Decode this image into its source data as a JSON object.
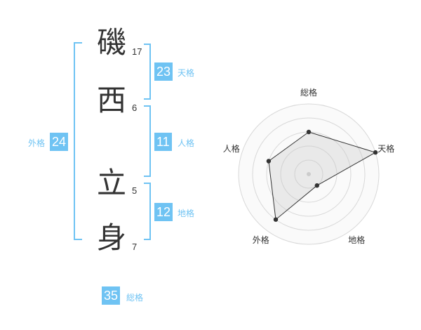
{
  "name": {
    "chars": [
      {
        "kanji": "磯",
        "strokes": "17"
      },
      {
        "kanji": "西",
        "strokes": "6"
      },
      {
        "kanji": "立",
        "strokes": "5"
      },
      {
        "kanji": "身",
        "strokes": "7"
      }
    ]
  },
  "fortune": {
    "tenkaku": {
      "value": "23",
      "label": "天格"
    },
    "jinkaku": {
      "value": "11",
      "label": "人格"
    },
    "chikaku": {
      "value": "12",
      "label": "地格"
    },
    "gaikaku": {
      "value": "24",
      "label": "外格"
    },
    "soukaku": {
      "value": "35",
      "label": "総格"
    }
  },
  "colors": {
    "accent": "#6fc3f3",
    "text": "#333333"
  },
  "chart_data": {
    "type": "radar",
    "axes": [
      "総格",
      "天格",
      "地格",
      "外格",
      "人格"
    ],
    "values": [
      3,
      5,
      1,
      4,
      3
    ],
    "rmax": 5,
    "grid": true
  }
}
